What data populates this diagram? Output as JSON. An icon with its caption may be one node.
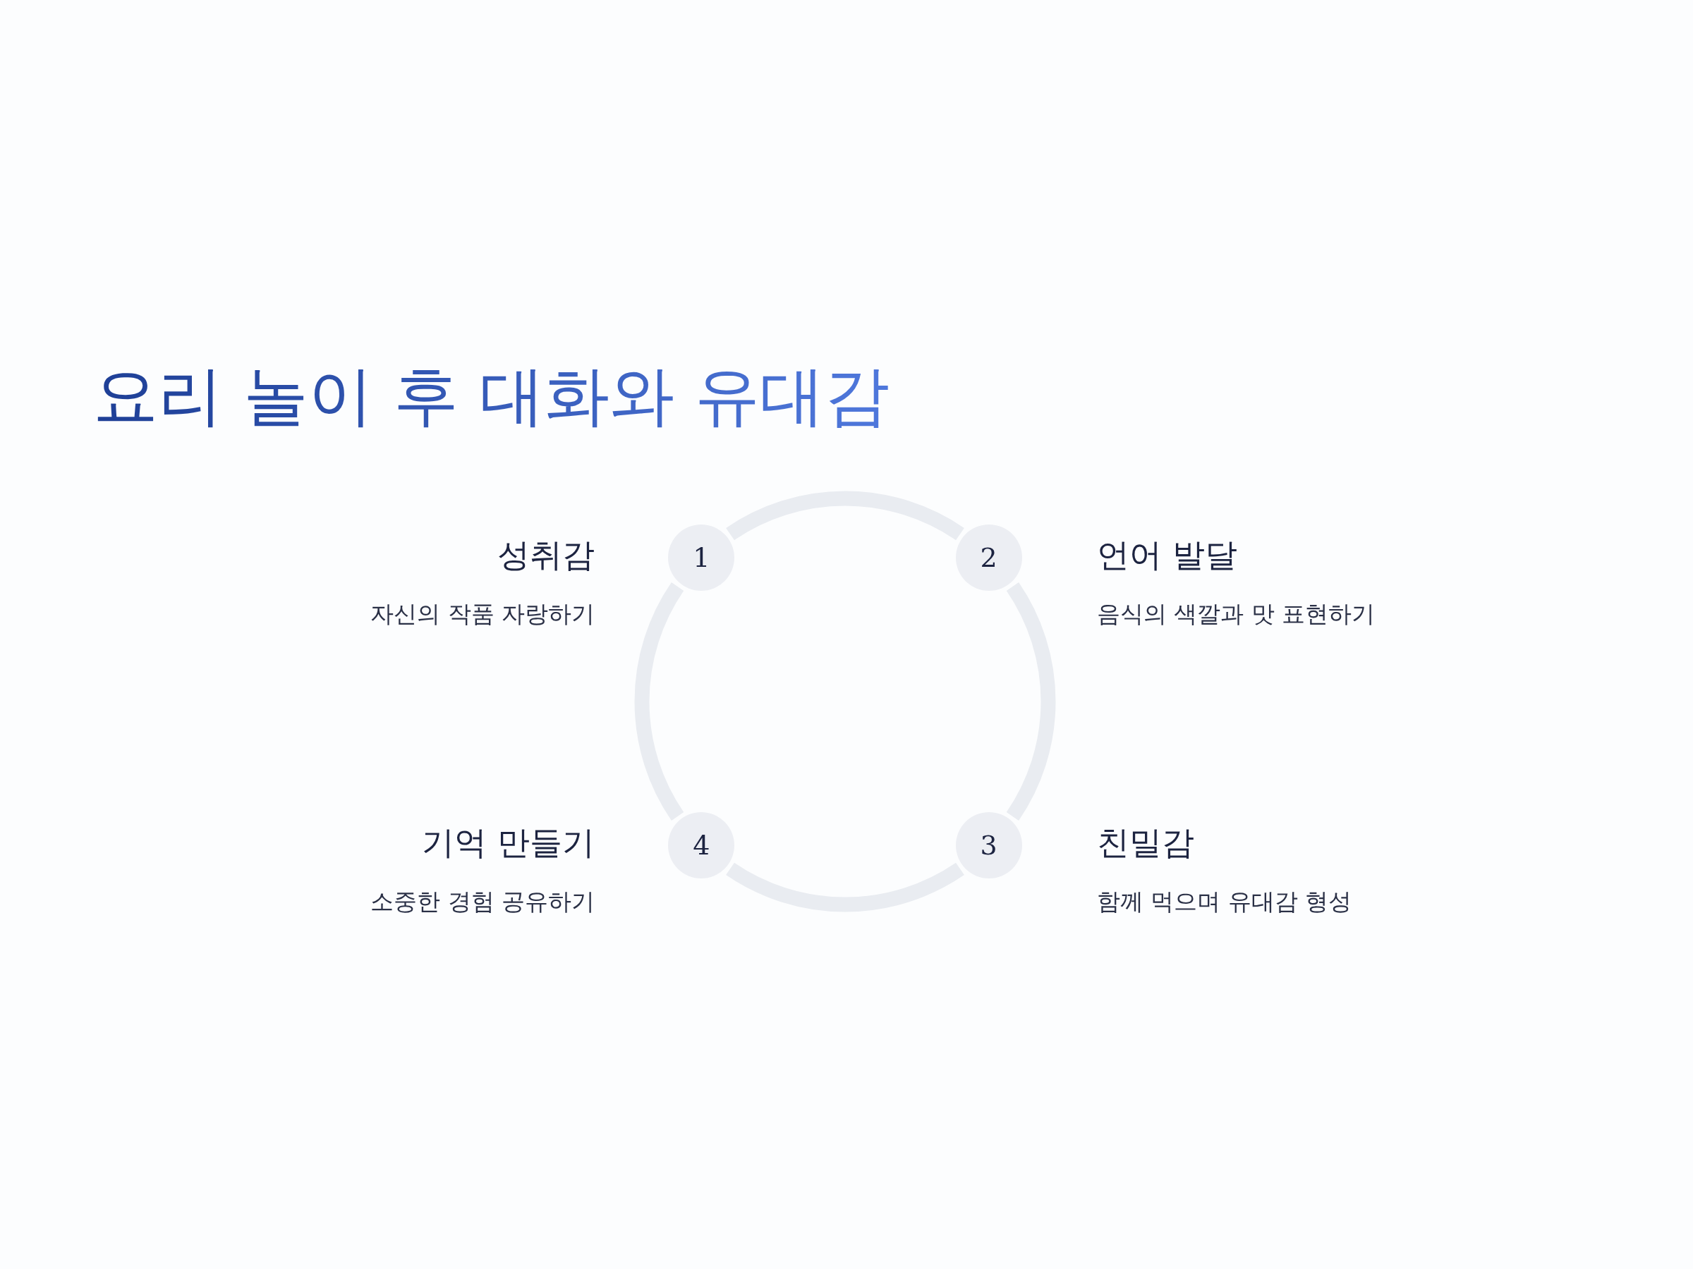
{
  "diagram": {
    "title": "요리 놀이 후 대화와 유대감",
    "nodes": [
      {
        "text": [
          "1"
        ],
        "beside": [
          "성취감",
          "자신의 작품 자랑하기"
        ]
      },
      {
        "text": [
          "2"
        ],
        "beside": [
          "언어 발달",
          "음식의 색깔과 맛 표현하기"
        ]
      },
      {
        "text": [
          "3"
        ],
        "beside": [
          "친밀감",
          "함께 먹으며 유대감 형성"
        ]
      },
      {
        "text": [
          "4"
        ],
        "beside": [
          "기억 만들기",
          "소중한 경험 공유하기"
        ]
      }
    ],
    "edges": [
      {
        "from": 0,
        "to": 1,
        "arrow": "none"
      },
      {
        "from": 1,
        "to": 2,
        "arrow": "none"
      },
      {
        "from": 2,
        "to": 3,
        "arrow": "none"
      },
      {
        "from": 3,
        "to": 0,
        "arrow": "none"
      }
    ]
  }
}
